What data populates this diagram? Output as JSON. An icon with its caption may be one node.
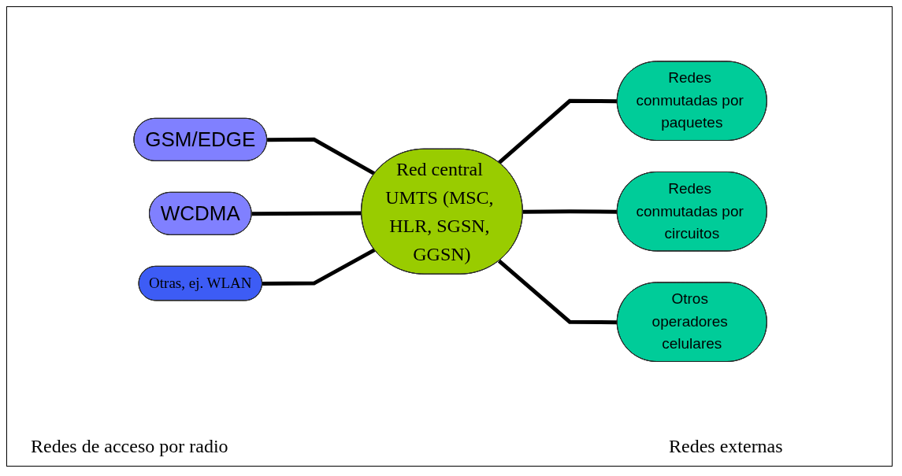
{
  "diagram": {
    "nodes": [
      {
        "text": [
          "GSM/EDGE"
        ]
      },
      {
        "text": [
          "WCDMA"
        ]
      },
      {
        "text": [
          "Otras, ej. WLAN"
        ]
      },
      {
        "text": [
          "Red central UMTS (MSC, HLR, SGSN, GGSN)"
        ]
      },
      {
        "text": [
          "Redes conmutadas por paquetes"
        ]
      },
      {
        "text": [
          "Redes conmutadas por circuitos"
        ]
      },
      {
        "text": [
          "Otros operadores celulares"
        ]
      }
    ],
    "edges": [
      {
        "from": 0,
        "to": 3,
        "arrow": "none"
      },
      {
        "from": 1,
        "to": 3,
        "arrow": "none"
      },
      {
        "from": 2,
        "to": 3,
        "arrow": "none"
      },
      {
        "from": 3,
        "to": 4,
        "arrow": "none"
      },
      {
        "from": 3,
        "to": 5,
        "arrow": "none"
      },
      {
        "from": 3,
        "to": 6,
        "arrow": "none"
      }
    ],
    "labels": [
      "Redes de acceso por radio",
      "Redes externas"
    ]
  }
}
